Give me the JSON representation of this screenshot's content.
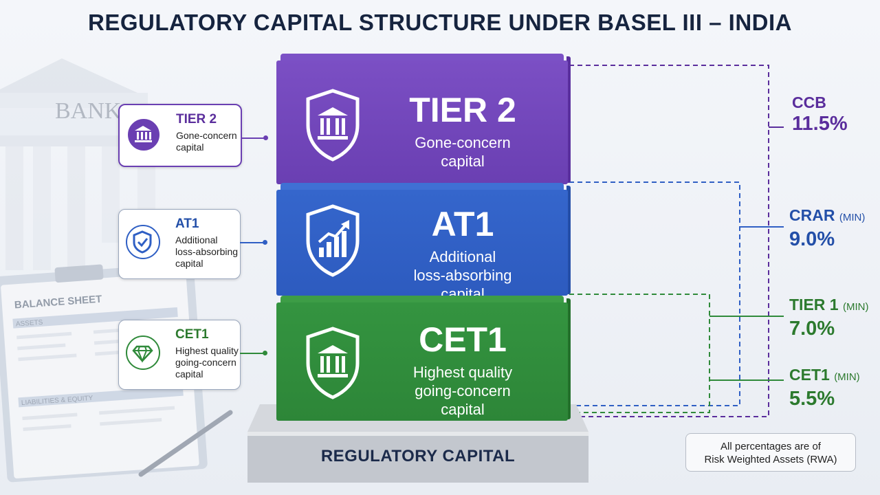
{
  "title": "REGULATORY CAPITAL STRUCTURE UNDER BASEL III – INDIA",
  "background": {
    "bank_sign": "BANK",
    "sheet_title": "BALANCE SHEET",
    "sheet_assets": "ASSETS",
    "sheet_liabilities": "LIABILITIES & EQUITY"
  },
  "blocks": {
    "tier2": {
      "name": "TIER 2",
      "desc_1": "Gone-concern",
      "desc_2": "capital",
      "color": "#6a3fb2"
    },
    "at1": {
      "name": "AT1",
      "desc_1": "Additional",
      "desc_2": "loss-absorbing",
      "desc_3": "capital",
      "color": "#2f5fc4"
    },
    "cet1": {
      "name": "CET1",
      "desc_1": "Highest quality",
      "desc_2": "going-concern",
      "desc_3": "capital",
      "color": "#2f8a3a"
    }
  },
  "cards": {
    "tier2": {
      "name": "TIER 2",
      "desc": "Gone-concern capital",
      "icon": "bank-icon",
      "color": "#6a3fb2"
    },
    "at1": {
      "name": "AT1",
      "desc": "Additional loss-absorbing capital",
      "icon": "shield-check-icon",
      "color": "#2f5fc4"
    },
    "cet1": {
      "name": "CET1",
      "desc": "Highest quality going-concern capital",
      "icon": "diamond-icon",
      "color": "#2f8a3a"
    }
  },
  "ratios": {
    "ccb": {
      "label": "CCB",
      "qualifier": "",
      "value": "11.5%",
      "color": "#5a2d9c"
    },
    "crar": {
      "label": "CRAR",
      "qualifier": "(MIN)",
      "value": "9.0%",
      "color": "#234fa8"
    },
    "tier1": {
      "label": "TIER 1",
      "qualifier": "(MIN)",
      "value": "7.0%",
      "color": "#2c7a2e"
    },
    "cet1": {
      "label": "CET1",
      "qualifier": "(MIN)",
      "value": "5.5%",
      "color": "#2c7a2e"
    }
  },
  "base_label": "REGULATORY CAPITAL",
  "note": {
    "line_1": "All percentages are of",
    "line_2": "Risk Weighted Assets (RWA)"
  }
}
